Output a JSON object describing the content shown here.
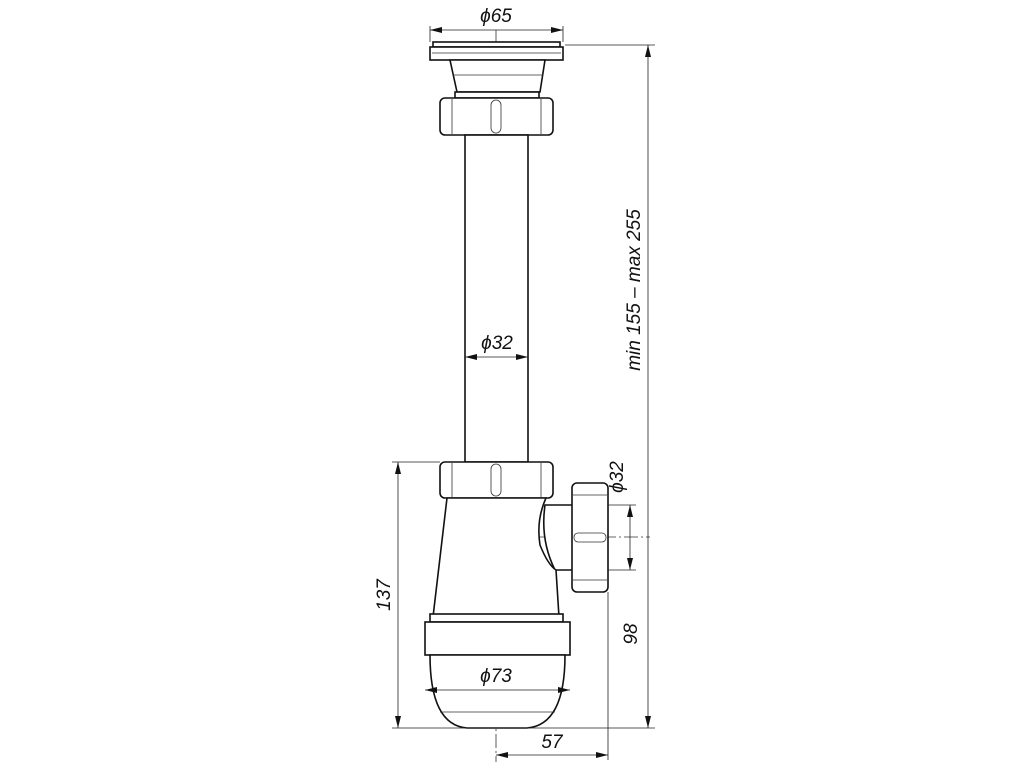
{
  "dimensions": {
    "flange_diameter": "ϕ65",
    "pipe_diameter": "ϕ32",
    "outlet_diameter": "ϕ32",
    "bowl_diameter": "ϕ73",
    "height_range": "min 155 – max 255",
    "trap_height": "137",
    "outlet_height": "98",
    "outlet_offset": "57"
  }
}
